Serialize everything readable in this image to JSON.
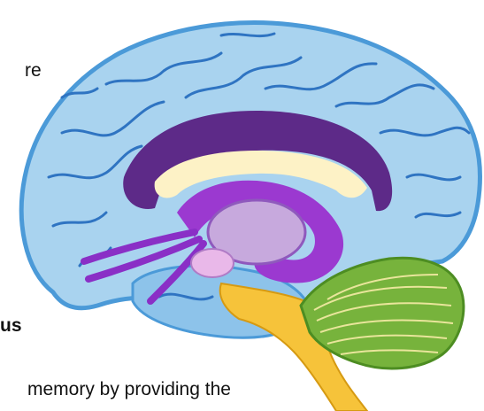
{
  "text": {
    "fragment_top": "re",
    "fragment_heading": "us",
    "fragment_bottom": "memory by providing the"
  },
  "colors": {
    "cerebrum": "#a9d3ef",
    "cerebrum_outline": "#4b9ad8",
    "sulci": "#2f74c2",
    "corpus_callosum": "#5d2a88",
    "corpus_callosum_inner": "#fdf2c6",
    "fornix": "#9b39d0",
    "thalamus": "#c7a9dd",
    "hypothalamus": "#e9b8e9",
    "brainstem": "#f6c33a",
    "cerebellum": "#77b33c",
    "cerebellum_lines": "#e9e59b",
    "temporal_lobe": "#8dc3ea"
  }
}
